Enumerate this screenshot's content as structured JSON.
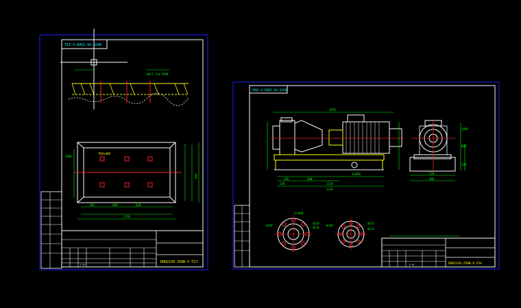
{
  "colors": {
    "background": "#000000",
    "border": "#2020ff",
    "frame": "#ffffff",
    "dimension": "#00ff00",
    "centerline": "#ff2020",
    "motor": "#ffffff",
    "hatch": "#ffff00",
    "text_cyan": "#00ffff",
    "text_yellow": "#ffff00"
  },
  "sheet_left": {
    "header_label": "TZZ-V-DHQ2-VG-SS40",
    "note_left": "",
    "note_right_1": "",
    "note_right_2": "GB/T 734-1998",
    "foundation_width": "2150",
    "foundation_dim_a": "140",
    "foundation_dim_b": "640",
    "foundation_dim_c": "640",
    "foundation_dim_side": "990",
    "foundation_dim_left": "1000",
    "anchor_note": "M16x400",
    "title_block_name": "",
    "drawing_number": "DHQ2150-250B-V-T2J",
    "scale": "1:15"
  },
  "sheet_right": {
    "header_label": "XHQ2-V-DHQ2-VG-SS40",
    "overall_length": "1870",
    "pump_dims": [
      "145",
      "460",
      "1120",
      "1130",
      "230"
    ],
    "bolt_note": "6xM20",
    "side_dims": [
      "520",
      "600",
      "1000",
      "800",
      "140"
    ],
    "flange_left_labels": [
      "Φ330",
      "12xΦ18",
      "Φ250",
      "Φ216"
    ],
    "flange_right_labels": [
      "Φ330",
      "Φ255",
      "Φ211"
    ],
    "note_text": "",
    "title_block_name": "",
    "drawing_number": "DHQ2150-250B-V-25V",
    "scale": "1:15"
  }
}
